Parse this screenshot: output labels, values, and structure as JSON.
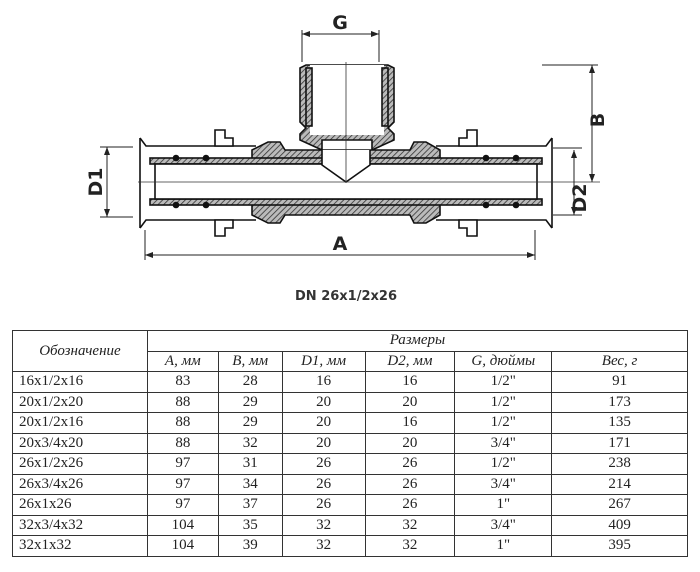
{
  "drawing": {
    "labels": {
      "G": "G",
      "B": "B",
      "A": "A",
      "D1": "D1",
      "D2": "D2"
    },
    "caption": "DN 26x1/2x26"
  },
  "table": {
    "name_header": "Обозначение",
    "group_header": "Размеры",
    "columns": [
      "A, мм",
      "B, мм",
      "D1, мм",
      "D2, мм",
      "G, дюймы",
      "Вес, г"
    ],
    "rows": [
      [
        "16x1/2x16",
        "83",
        "28",
        "16",
        "16",
        "1/2\"",
        "91"
      ],
      [
        "20x1/2x20",
        "88",
        "29",
        "20",
        "20",
        "1/2\"",
        "173"
      ],
      [
        "20x1/2x16",
        "88",
        "29",
        "20",
        "16",
        "1/2\"",
        "135"
      ],
      [
        "20x3/4x20",
        "88",
        "32",
        "20",
        "20",
        "3/4\"",
        "171"
      ],
      [
        "26x1/2x26",
        "97",
        "31",
        "26",
        "26",
        "1/2\"",
        "238"
      ],
      [
        "26x3/4x26",
        "97",
        "34",
        "26",
        "26",
        "3/4\"",
        "214"
      ],
      [
        "26x1x26",
        "97",
        "37",
        "26",
        "26",
        "1\"",
        "267"
      ],
      [
        "32x3/4x32",
        "104",
        "35",
        "32",
        "32",
        "3/4\"",
        "409"
      ],
      [
        "32x1x32",
        "104",
        "39",
        "32",
        "32",
        "1\"",
        "395"
      ]
    ]
  }
}
